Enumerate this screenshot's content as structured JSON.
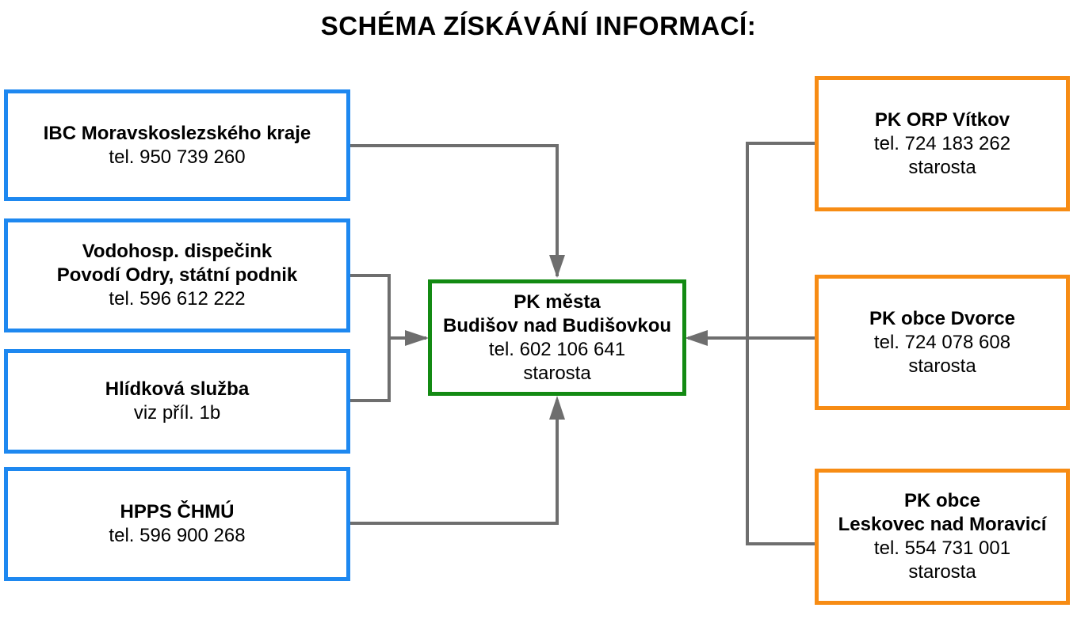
{
  "title": "SCHÉMA ZÍSKÁVÁNÍ INFORMACÍ:",
  "colors": {
    "left_border": "#1e88f0",
    "right_border": "#f78c14",
    "center_border": "#138a13",
    "connector": "#6e6e6e"
  },
  "center": {
    "lines": [
      "PK města",
      "Budišov nad Budišovkou",
      "tel. 602 106 641",
      "starosta"
    ]
  },
  "left_sources": [
    {
      "lines": [
        "IBC Moravskoslezského kraje",
        "tel. 950 739 260"
      ]
    },
    {
      "lines": [
        "Vodohosp. dispečink",
        "Povodí Odry, státní podnik",
        "tel. 596 612 222"
      ]
    },
    {
      "lines": [
        "Hlídková služba",
        "viz příl. 1b"
      ]
    },
    {
      "lines": [
        "HPPS ČHMÚ",
        "tel. 596 900 268"
      ]
    }
  ],
  "right_sources": [
    {
      "lines": [
        "PK ORP Vítkov",
        "tel. 724 183 262",
        "starosta"
      ]
    },
    {
      "lines": [
        "PK obce Dvorce",
        "tel. 724 078 608",
        "starosta"
      ]
    },
    {
      "lines": [
        "PK obce",
        "Leskovec nad Moravicí",
        "tel. 554 731 001",
        "starosta"
      ]
    }
  ]
}
